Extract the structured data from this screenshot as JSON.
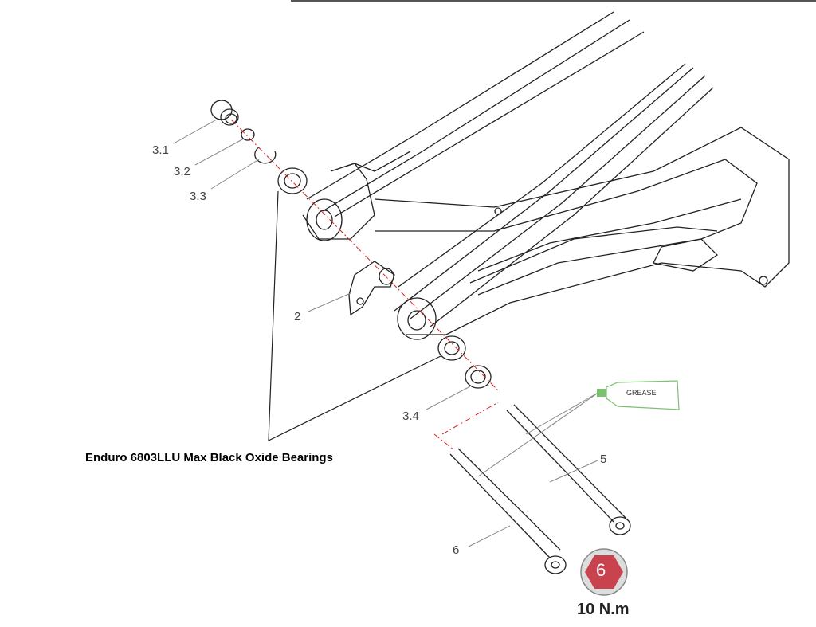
{
  "diagram": {
    "callouts": {
      "c31": "3.1",
      "c32": "3.2",
      "c33": "3.3",
      "c2": "2",
      "c34": "3.4",
      "c5": "5",
      "c6": "6"
    },
    "bearing_label": "Enduro 6803LLU Max Black Oxide Bearings",
    "grease_label": "GREASE",
    "hex_key_size": "6",
    "torque": "10 N.m",
    "colors": {
      "hex": "#c9434e",
      "grease": "#7cc16e",
      "leader": "#888888",
      "axis": "#d22222"
    }
  }
}
